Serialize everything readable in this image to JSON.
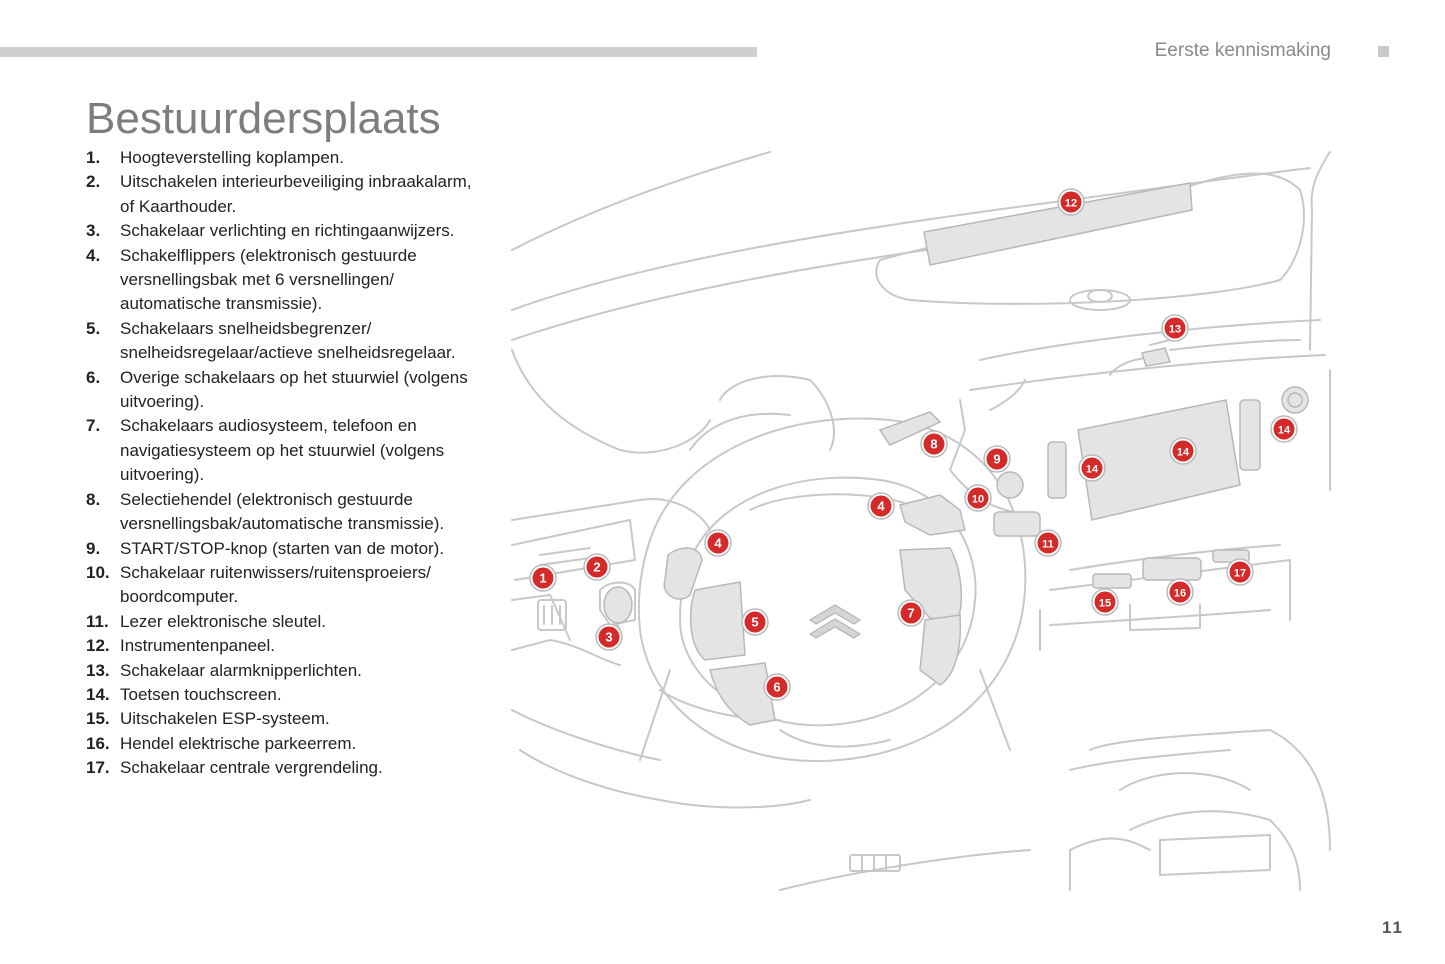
{
  "header": {
    "section_title": "Eerste kennismaking",
    "page_title": "Bestuurdersplaats",
    "page_number": "11"
  },
  "legend": [
    {
      "num": "1.",
      "text": "Hoogteverstelling koplampen."
    },
    {
      "num": "2.",
      "text": "Uitschakelen interieurbeveiliging inbraakalarm, of Kaarthouder."
    },
    {
      "num": "3.",
      "text": "Schakelaar verlichting en richtingaanwijzers."
    },
    {
      "num": "4.",
      "text": "Schakelflippers (elektronisch gestuurde versnellingsbak met 6 versnellingen/ automatische transmissie)."
    },
    {
      "num": "5.",
      "text": "Schakelaars snelheidsbegrenzer/ snelheidsregelaar/actieve snelheidsregelaar."
    },
    {
      "num": "6.",
      "text": "Overige schakelaars op het stuurwiel (volgens uitvoering)."
    },
    {
      "num": "7.",
      "text": "Schakelaars audiosysteem, telefoon en navigatiesysteem op het stuurwiel (volgens uitvoering)."
    },
    {
      "num": "8.",
      "text": "Selectiehendel (elektronisch gestuurde versnellingsbak/automatische transmissie)."
    },
    {
      "num": "9.",
      "text": "START/STOP-knop (starten van de motor)."
    },
    {
      "num": "10.",
      "text": "Schakelaar ruitenwissers/ruitensproeiers/ boordcomputer."
    },
    {
      "num": "11.",
      "text": "Lezer elektronische sleutel."
    },
    {
      "num": "12.",
      "text": "Instrumentenpaneel."
    },
    {
      "num": "13.",
      "text": "Schakelaar alarmknipperlichten."
    },
    {
      "num": "14.",
      "text": "Toetsen touchscreen."
    },
    {
      "num": "15.",
      "text": "Uitschakelen ESP-systeem."
    },
    {
      "num": "16.",
      "text": "Hendel elektrische parkeerrem."
    },
    {
      "num": "17.",
      "text": "Schakelaar centrale vergrendeling."
    }
  ],
  "callouts": [
    {
      "label": "1"
    },
    {
      "label": "2"
    },
    {
      "label": "3"
    },
    {
      "label": "4"
    },
    {
      "label": "4"
    },
    {
      "label": "5"
    },
    {
      "label": "6"
    },
    {
      "label": "7"
    },
    {
      "label": "8"
    },
    {
      "label": "9"
    },
    {
      "label": "10"
    },
    {
      "label": "11"
    },
    {
      "label": "12"
    },
    {
      "label": "13"
    },
    {
      "label": "14"
    },
    {
      "label": "14"
    },
    {
      "label": "14"
    },
    {
      "label": "15"
    },
    {
      "label": "16"
    },
    {
      "label": "17"
    }
  ],
  "colors": {
    "callout_fill": "#d42a2a",
    "line_art": "#c8c8c8",
    "panel_fill": "#e4e4e4"
  }
}
